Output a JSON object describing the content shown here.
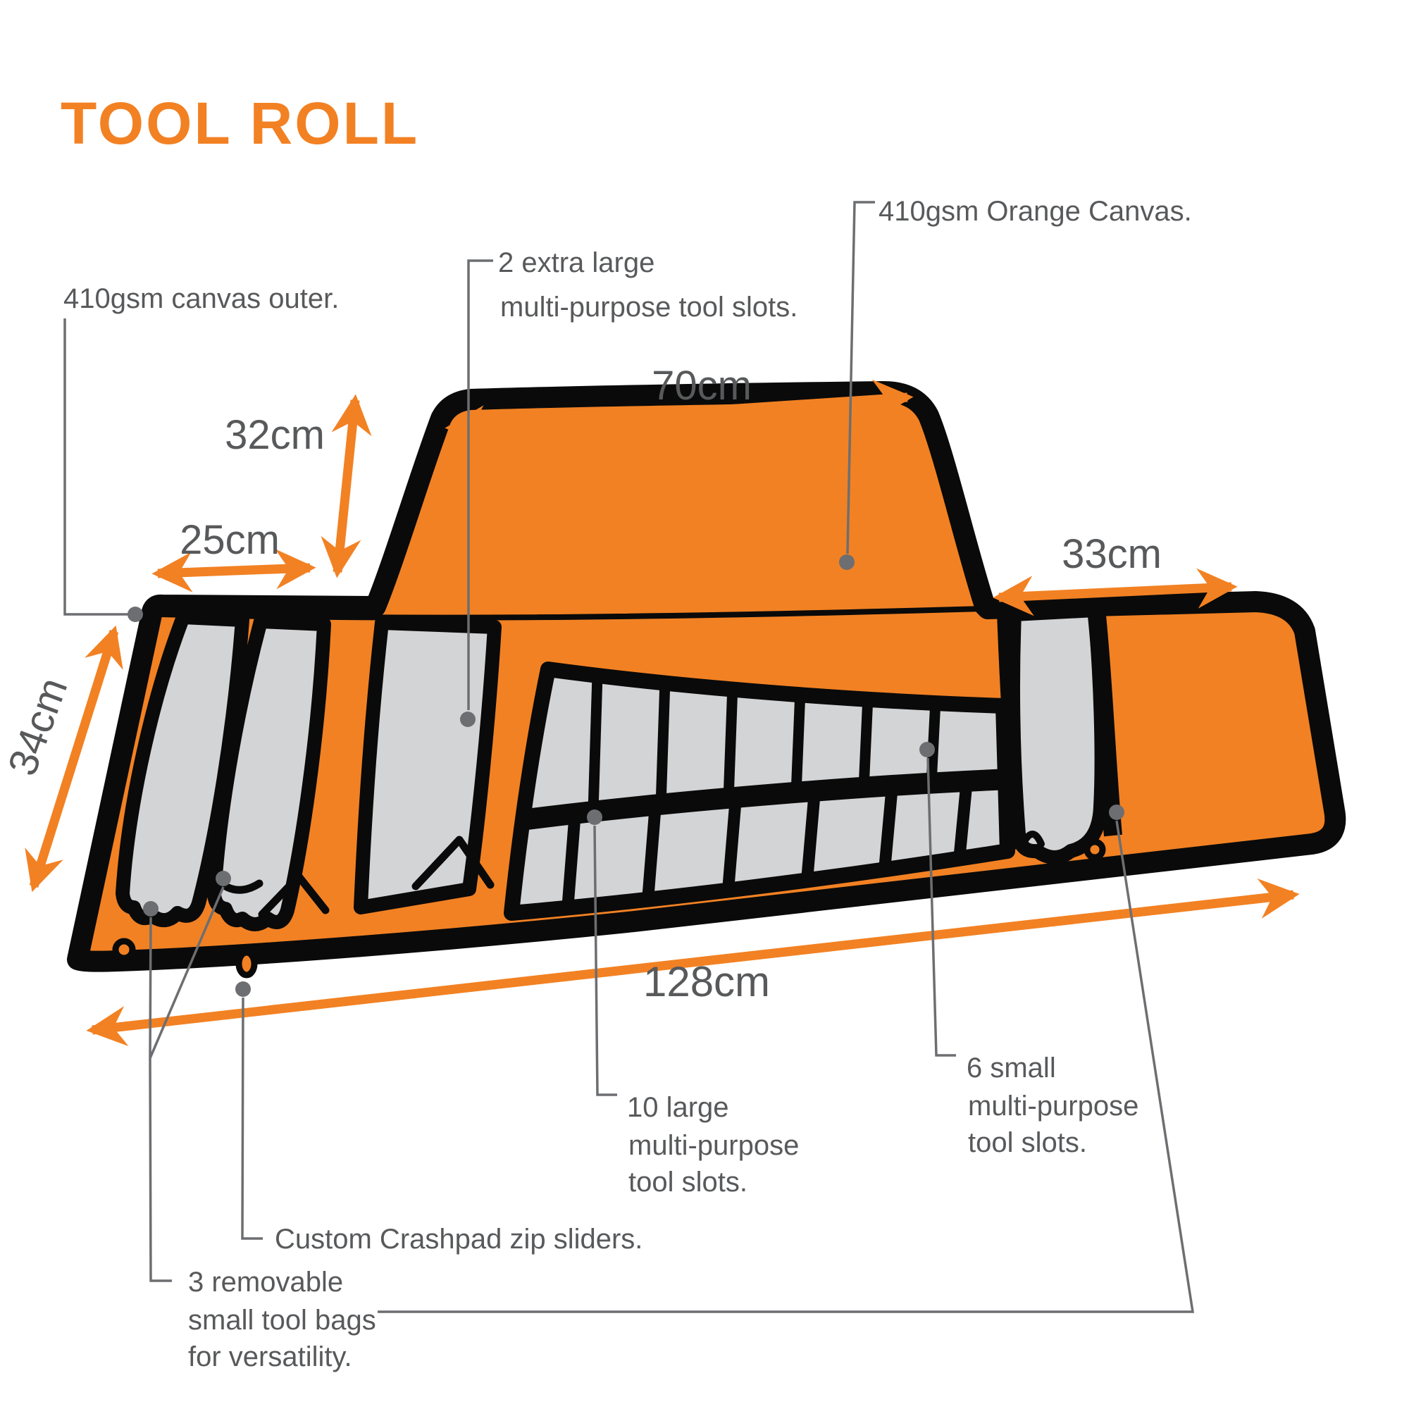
{
  "title": "TOOL ROLL",
  "colors": {
    "orange": "#F28123",
    "label_gray": "#58595B",
    "leader_gray": "#6D6E71",
    "bag_gray": "#D3D4D6",
    "outline_black": "#0A0A0A",
    "background": "#FFFFFF"
  },
  "dimensions": {
    "top_width": "70cm",
    "flap_diagonal": "32cm",
    "flap_top": "25cm",
    "left_height": "34cm",
    "right_flap_width": "33cm",
    "total_length": "128cm"
  },
  "annotations": {
    "canvas_outer": "410gsm canvas outer.",
    "orange_canvas": "410gsm Orange Canvas.",
    "extra_large_slots": {
      "line1": "2 extra large",
      "line2": "multi-purpose tool slots."
    },
    "large_slots": {
      "line1": "10 large",
      "line2": "multi-purpose",
      "line3": "tool slots."
    },
    "small_slots": {
      "line1": "6 small",
      "line2": "multi-purpose",
      "line3": "tool slots."
    },
    "zip_sliders": "Custom Crashpad zip sliders.",
    "removable_bags": {
      "line1": "3 removable",
      "line2": "small tool bags",
      "line3": "for versatility."
    }
  }
}
